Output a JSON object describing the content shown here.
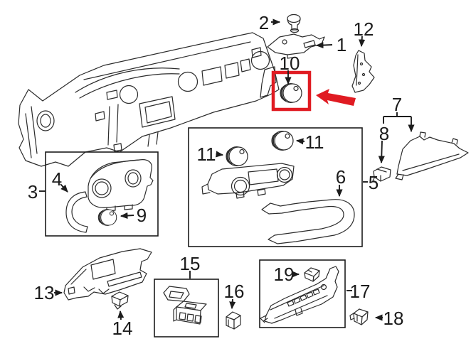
{
  "figure": {
    "type": "exploded-parts-diagram",
    "subject": "Instrument panel / dashboard components diagram",
    "background_color": "#ffffff",
    "line_color": "#2b2b2b",
    "label_color": "#1c1c1c"
  },
  "callouts": {
    "n1": "1",
    "n2": "2",
    "n3": "3",
    "n4": "4",
    "n5": "5",
    "n6": "6",
    "n7": "7",
    "n8": "8",
    "n9": "9",
    "n10": "10",
    "n11_left": "11",
    "n11_right": "11",
    "n12": "12",
    "n13": "13",
    "n14": "14",
    "n15": "15",
    "n16": "16",
    "n17": "17",
    "n18": "18",
    "n19": "19"
  },
  "highlight": {
    "part_number": "10",
    "box_color": "#e01b22",
    "arrow_color": "#e01b22"
  }
}
